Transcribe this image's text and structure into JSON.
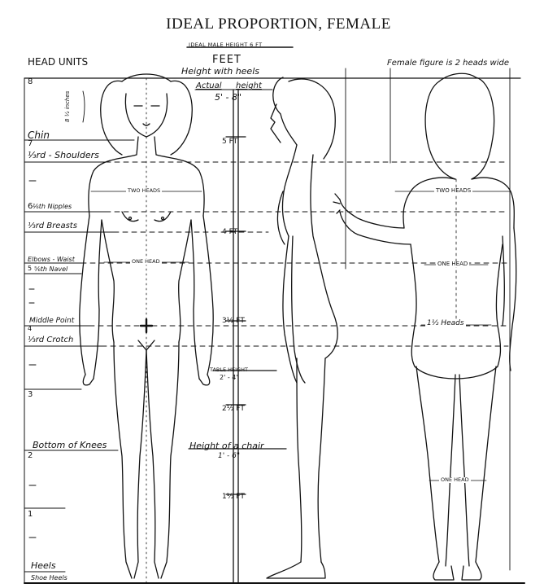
{
  "title": "IDEAL PROPORTION, FEMALE",
  "top_note": "IDEAL MALE HEIGHT 6 FT",
  "header": {
    "head_units": "HEAD UNITS",
    "feet": "FEET",
    "height_with_heels": "Height with heels",
    "actual": "Actual",
    "height": "height",
    "actual_value": "5' - 8\"",
    "width_note": "Female figure is 2 heads wide",
    "eight_inches": "8 ½ inches"
  },
  "head_unit_numbers": [
    "8",
    "7",
    "6",
    "5",
    "4",
    "3",
    "2",
    "1"
  ],
  "left_labels": {
    "chin": "Chin",
    "shoulders": "⅓rd - Shoulders",
    "nipples": "⅙th Nipples",
    "breasts": "⅓rd Breasts",
    "elbows_waist": "Elbows - Waist",
    "navel": "⅚th Navel",
    "middle_point": "Middle Point",
    "crotch": "⅓rd Crotch",
    "bottom_of_knees": "Bottom of Knees",
    "heels": "Heels",
    "shoe_heels": "Shoe Heels"
  },
  "feet_marks": {
    "five": "5 FT",
    "four": "4 FT",
    "three_half": "3½ FT",
    "table": "TABLE HEIGHT",
    "table_value": "2' - 4\"",
    "two_half": "2½ FT",
    "chair": "Height of a chair",
    "chair_value": "1' - 6\"",
    "one_half": "1½ FT"
  },
  "figure_labels": {
    "front_two_heads": "TWO HEADS",
    "front_one_head": "ONE HEAD",
    "back_two_heads": "TWO HEADS",
    "back_one_head": "ONE HEAD",
    "back_one_half": "1½ Heads",
    "back_lower_one_head": "ONE HEAD"
  }
}
